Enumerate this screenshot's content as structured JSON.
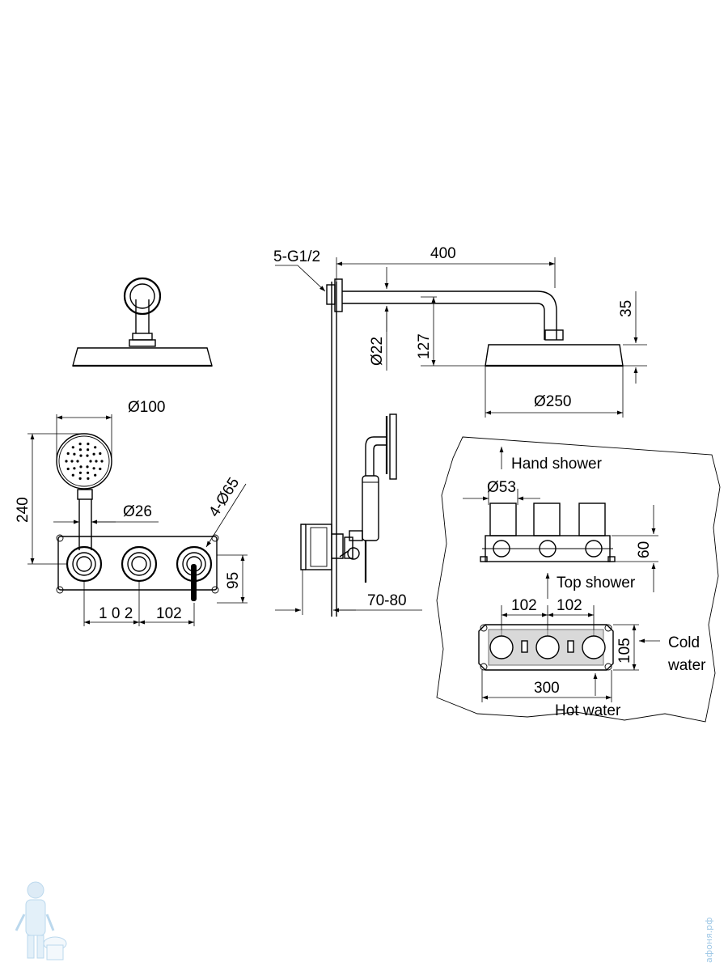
{
  "dimensions": {
    "inlet": "5-G1/2",
    "arm_length": "400",
    "pipe_diameter": "Ø22",
    "drop_height": "127",
    "head_thickness": "35",
    "head_diameter": "Ø250",
    "hand_head_diameter": "Ø100",
    "hand_total_height": "240",
    "hand_pipe_diameter": "Ø26",
    "knob_diameter": "4-Ø65",
    "spacing_left": "1 0 2",
    "spacing_right": "102",
    "plate_height": "95",
    "wall_depth": "70-80",
    "valve_diameter": "Ø53",
    "valve_height": "60",
    "body_spacing_1": "102",
    "body_spacing_2": "102",
    "body_height": "105",
    "body_width": "300"
  },
  "labels": {
    "hand_shower": "Hand shower",
    "top_shower": "Top shower",
    "cold_water_1": "Cold",
    "cold_water_2": "water",
    "hot_water": "Hot water"
  },
  "watermark": "афоня.рф",
  "colors": {
    "ink": "#000000",
    "watermark": "#9fc8e6"
  }
}
